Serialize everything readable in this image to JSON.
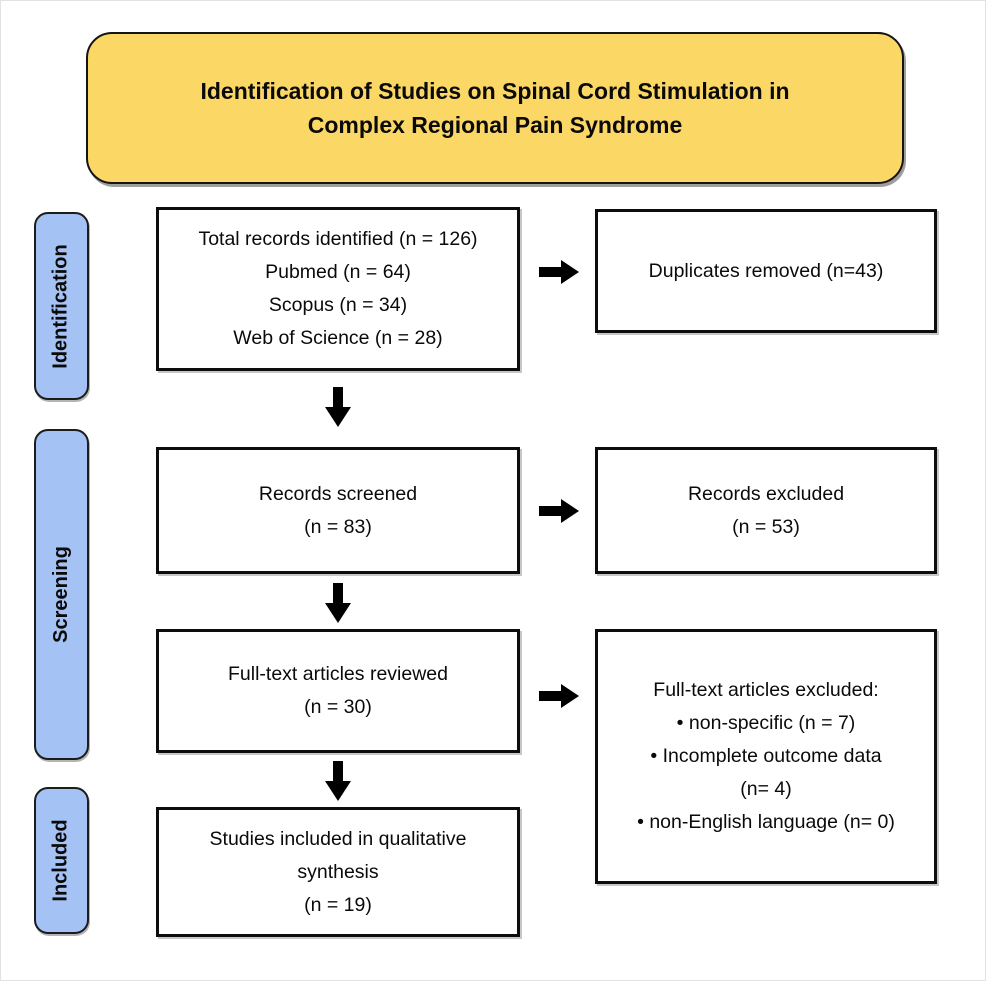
{
  "title": "Identification of Studies on Spinal Cord Stimulation in Complex Regional Pain Syndrome",
  "colors": {
    "title_bg": "#FBD765",
    "stage_bg": "#A4C2F4",
    "border": "#000000",
    "arrow": "#000000",
    "box_bg": "#FFFFFF"
  },
  "stages": [
    {
      "label": "Identification"
    },
    {
      "label": "Screening"
    },
    {
      "label": "Included"
    }
  ],
  "boxes": {
    "identified": {
      "lines": [
        "Total records identified (n = 126)",
        "Pubmed (n = 64)",
        "Scopus (n = 34)",
        "Web of Science (n = 28)"
      ]
    },
    "duplicates_removed": {
      "lines": [
        "Duplicates removed (n=43)"
      ]
    },
    "screened": {
      "lines": [
        "Records screened",
        "(n = 83)"
      ]
    },
    "records_excluded": {
      "lines": [
        "Records excluded",
        "(n = 53)"
      ]
    },
    "fulltext_reviewed": {
      "lines": [
        "Full-text articles reviewed",
        "(n = 30)"
      ]
    },
    "fulltext_excluded": {
      "lines": [
        "Full-text articles excluded:",
        "• non-specific (n = 7)",
        "• Incomplete outcome data",
        "(n= 4)",
        "• non-English language (n= 0)"
      ]
    },
    "included_synthesis": {
      "lines": [
        "Studies included in qualitative",
        "synthesis",
        "(n = 19)"
      ]
    }
  }
}
